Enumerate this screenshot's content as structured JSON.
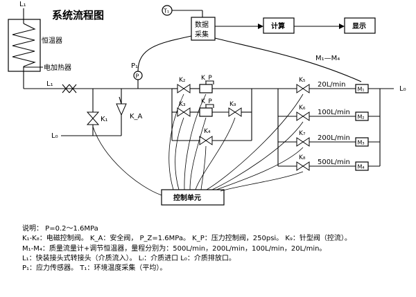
{
  "title": "系统流程图",
  "labels": {
    "l1_top": "L₁",
    "heater_tank": "恒温器",
    "heater_elec": "电加热器",
    "l1_pipe": "L₁",
    "lo_left": "L₀",
    "lo_right": "L₀",
    "p1": "P₁",
    "p_symbol": "P",
    "t1": "T₁",
    "k1": "K₁",
    "ka": "K_A",
    "k2": "K₂",
    "k3": "K₃",
    "k4": "K₄",
    "k5": "K₅",
    "k6": "K₆",
    "k7": "K₇",
    "k8": "K₈",
    "k9": "K₉",
    "kp_top": "K_P",
    "kp_mid": "K_P",
    "m_bus": "M₁—M₄"
  },
  "boxes": {
    "data_acq_1": "数据",
    "data_acq_2": "采集",
    "calc": "计算",
    "display": "显示",
    "control": "控制单元"
  },
  "flow_branches": [
    {
      "rate": "20L/min",
      "meter": "M₁"
    },
    {
      "rate": "100L/min",
      "meter": "M₂"
    },
    {
      "rate": "200L/min",
      "meter": "M₃"
    },
    {
      "rate": "500L/min",
      "meter": "M₄"
    }
  ],
  "notes": [
    "说明：  P=0.2～1.6MPa",
    "K₁-K₈：电磁控制阀。  K_A：安全阀，  P_Z=1.6MPa。     K_P：压力控制阀，250psi。     K₉：针型阀（控流）。",
    "M₁-M₄：质量流量计+调节恒温器，量程分别为：500L/min，200L/min，100L/min，20L/min。",
    "L₁：快装接头式转接头（介质流入）。  Lᵢ：介质进口  L₀：介质排放口。",
    "P₁：应力传感器。  T₁：环境温度采集（平均）。"
  ]
}
